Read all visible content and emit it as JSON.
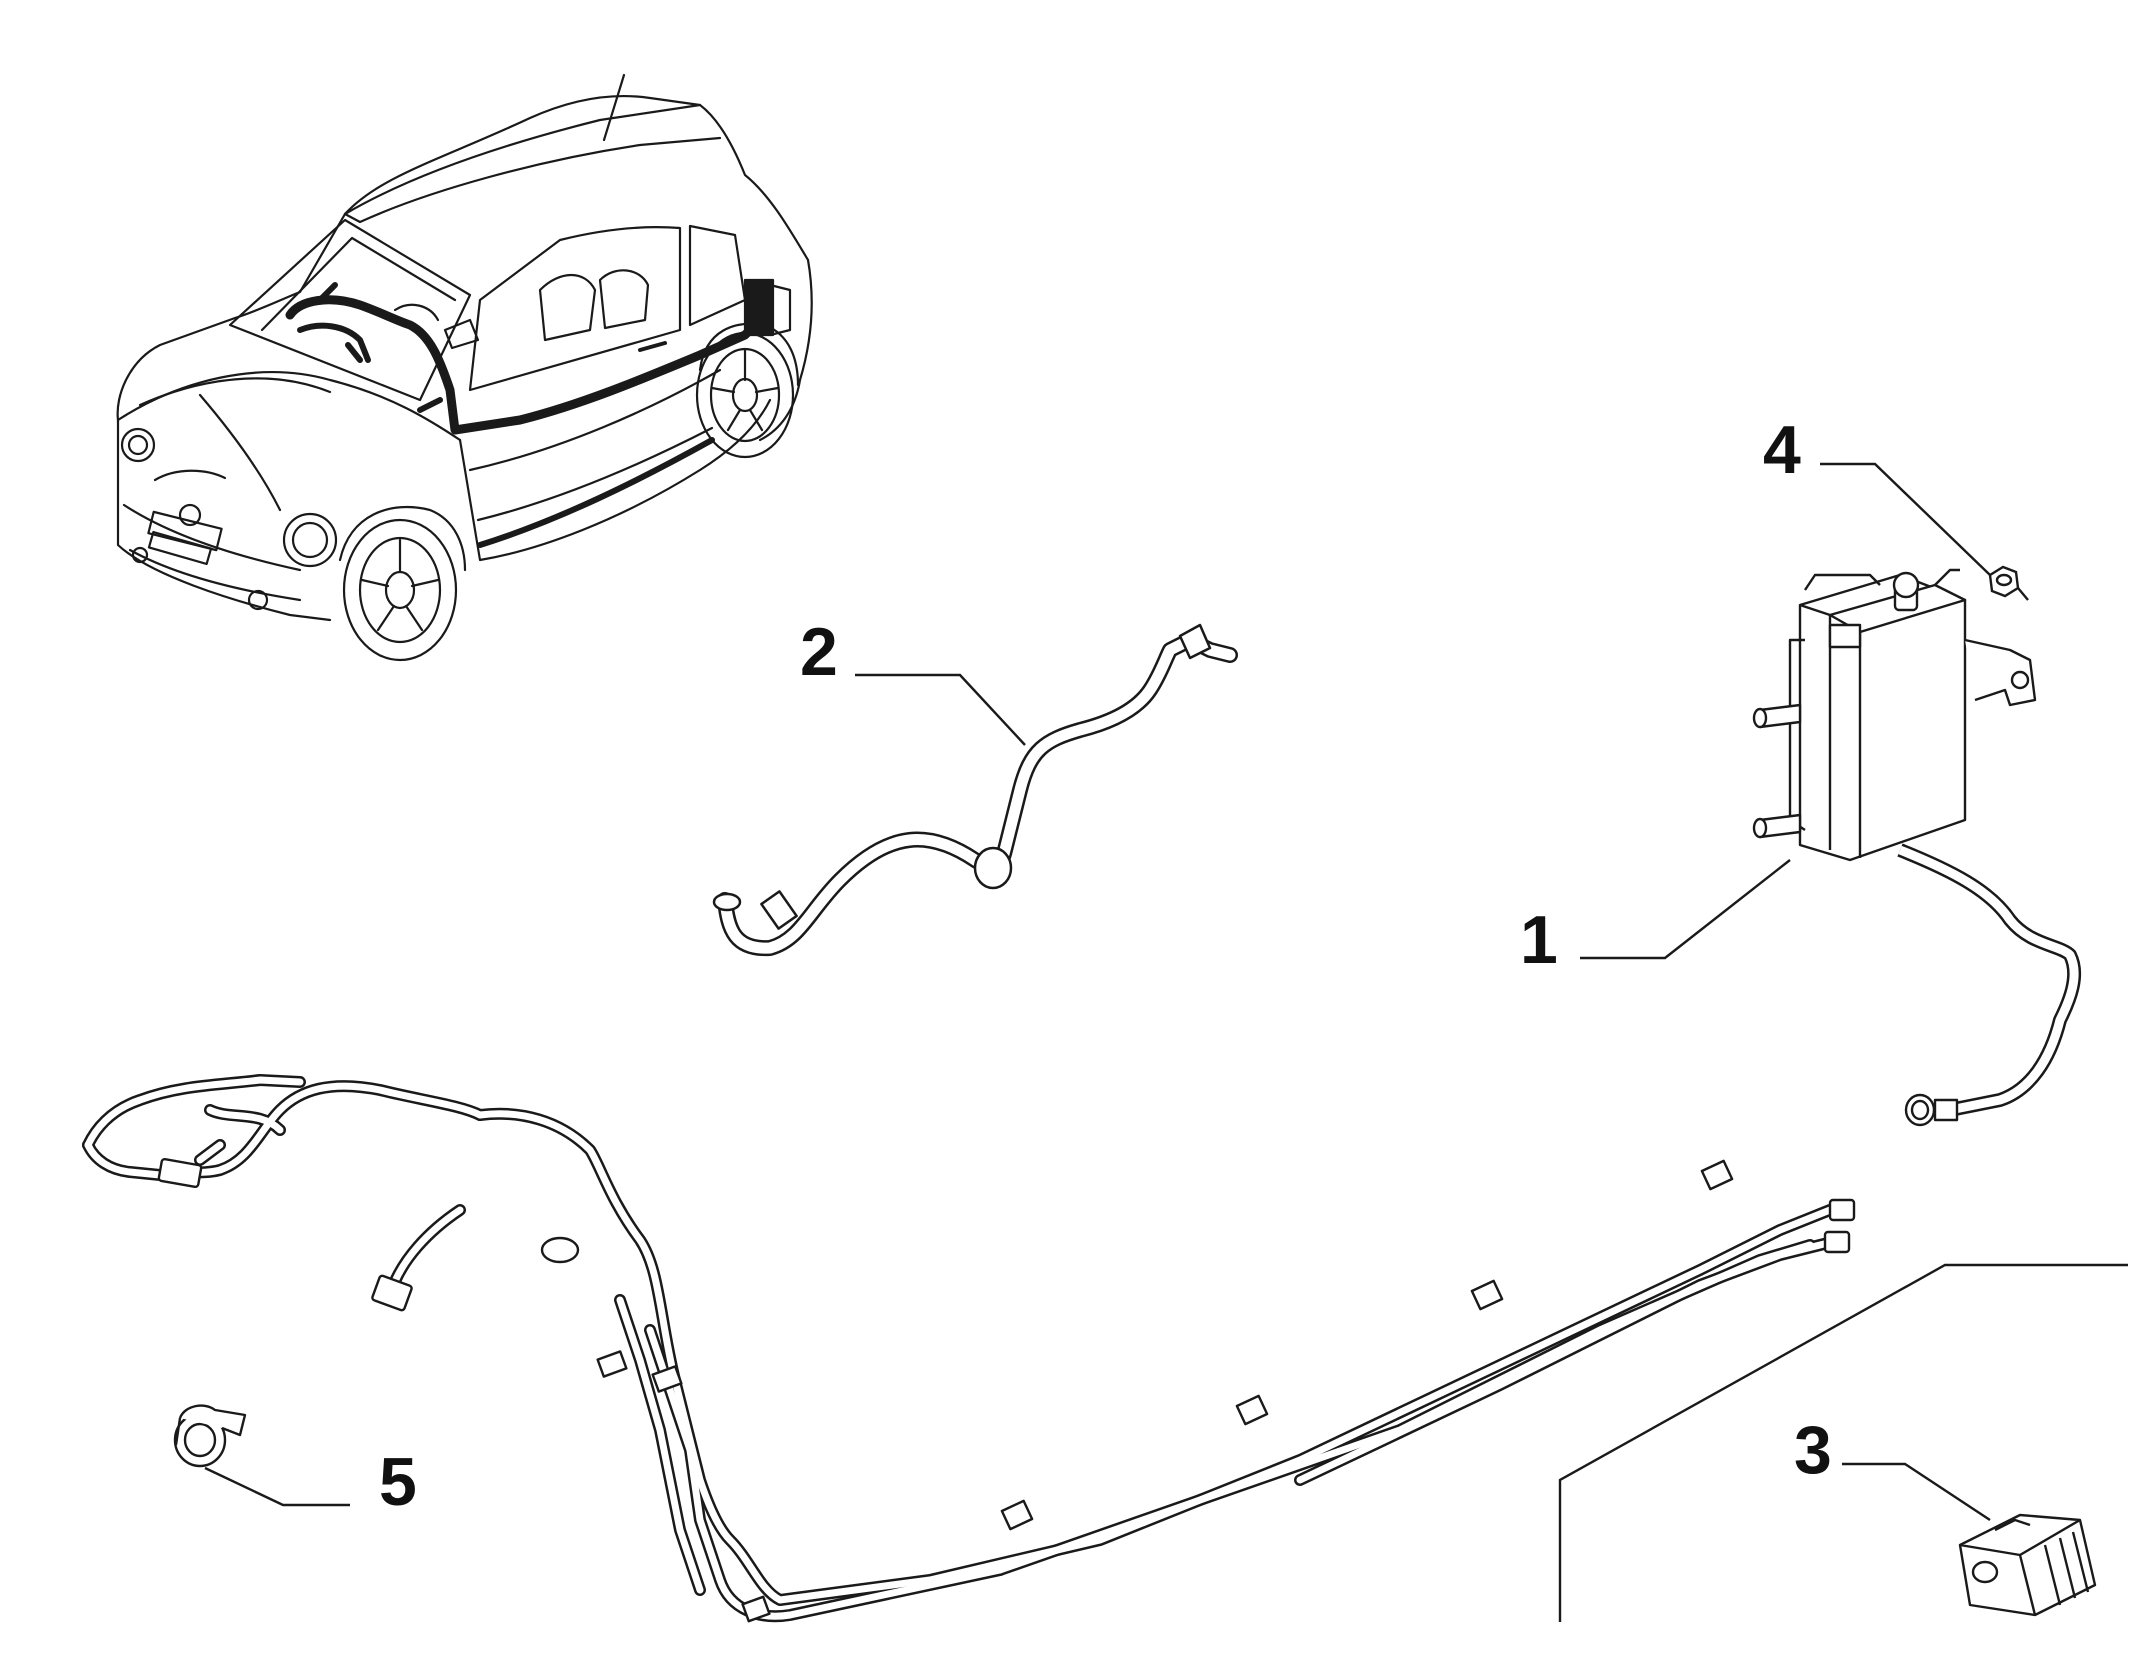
{
  "diagram": {
    "callouts": [
      {
        "id": "1",
        "label": "1",
        "part": "fuel-vapour-canister"
      },
      {
        "id": "2",
        "label": "2",
        "part": "vapour-hose"
      },
      {
        "id": "3",
        "label": "3",
        "part": "rubber-mount"
      },
      {
        "id": "4",
        "label": "4",
        "part": "nut"
      },
      {
        "id": "5",
        "label": "5",
        "part": "pipe-clip"
      }
    ],
    "colors": {
      "line": "#1a1a1a",
      "background": "#ffffff",
      "shade": "#cfcfcf"
    }
  }
}
